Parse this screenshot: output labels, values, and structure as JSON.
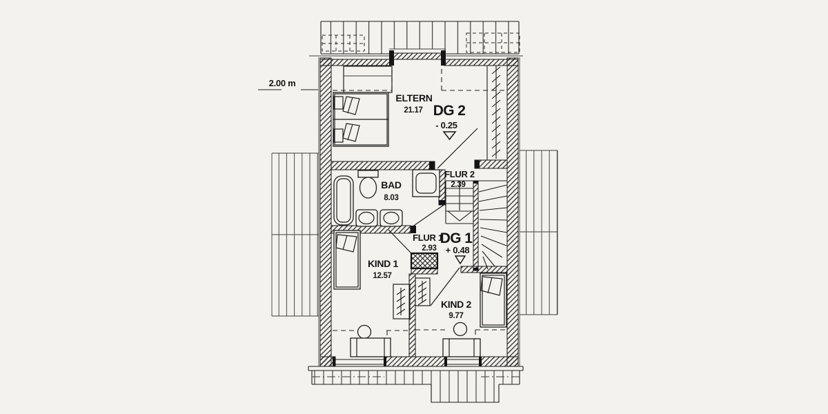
{
  "annotation": {
    "height_line": "2.00 m"
  },
  "levels": {
    "dg2": {
      "name": "DG 2",
      "value": "- 0.25"
    },
    "dg1": {
      "name": "DG 1",
      "value": "+ 0.48"
    }
  },
  "rooms": {
    "eltern": {
      "name": "ELTERN",
      "area": "21.17"
    },
    "bad": {
      "name": "BAD",
      "area": "8.03"
    },
    "flur2": {
      "name": "FLUR 2",
      "area": "2.39"
    },
    "flur1": {
      "name": "FLUR 1",
      "area": "2.93"
    },
    "kind1": {
      "name": "KIND 1",
      "area": "12.57"
    },
    "kind2": {
      "name": "KIND 2",
      "area": "9.77"
    }
  },
  "colors": {
    "paper": "#f3f2ee",
    "ink": "#1a1a1a"
  }
}
